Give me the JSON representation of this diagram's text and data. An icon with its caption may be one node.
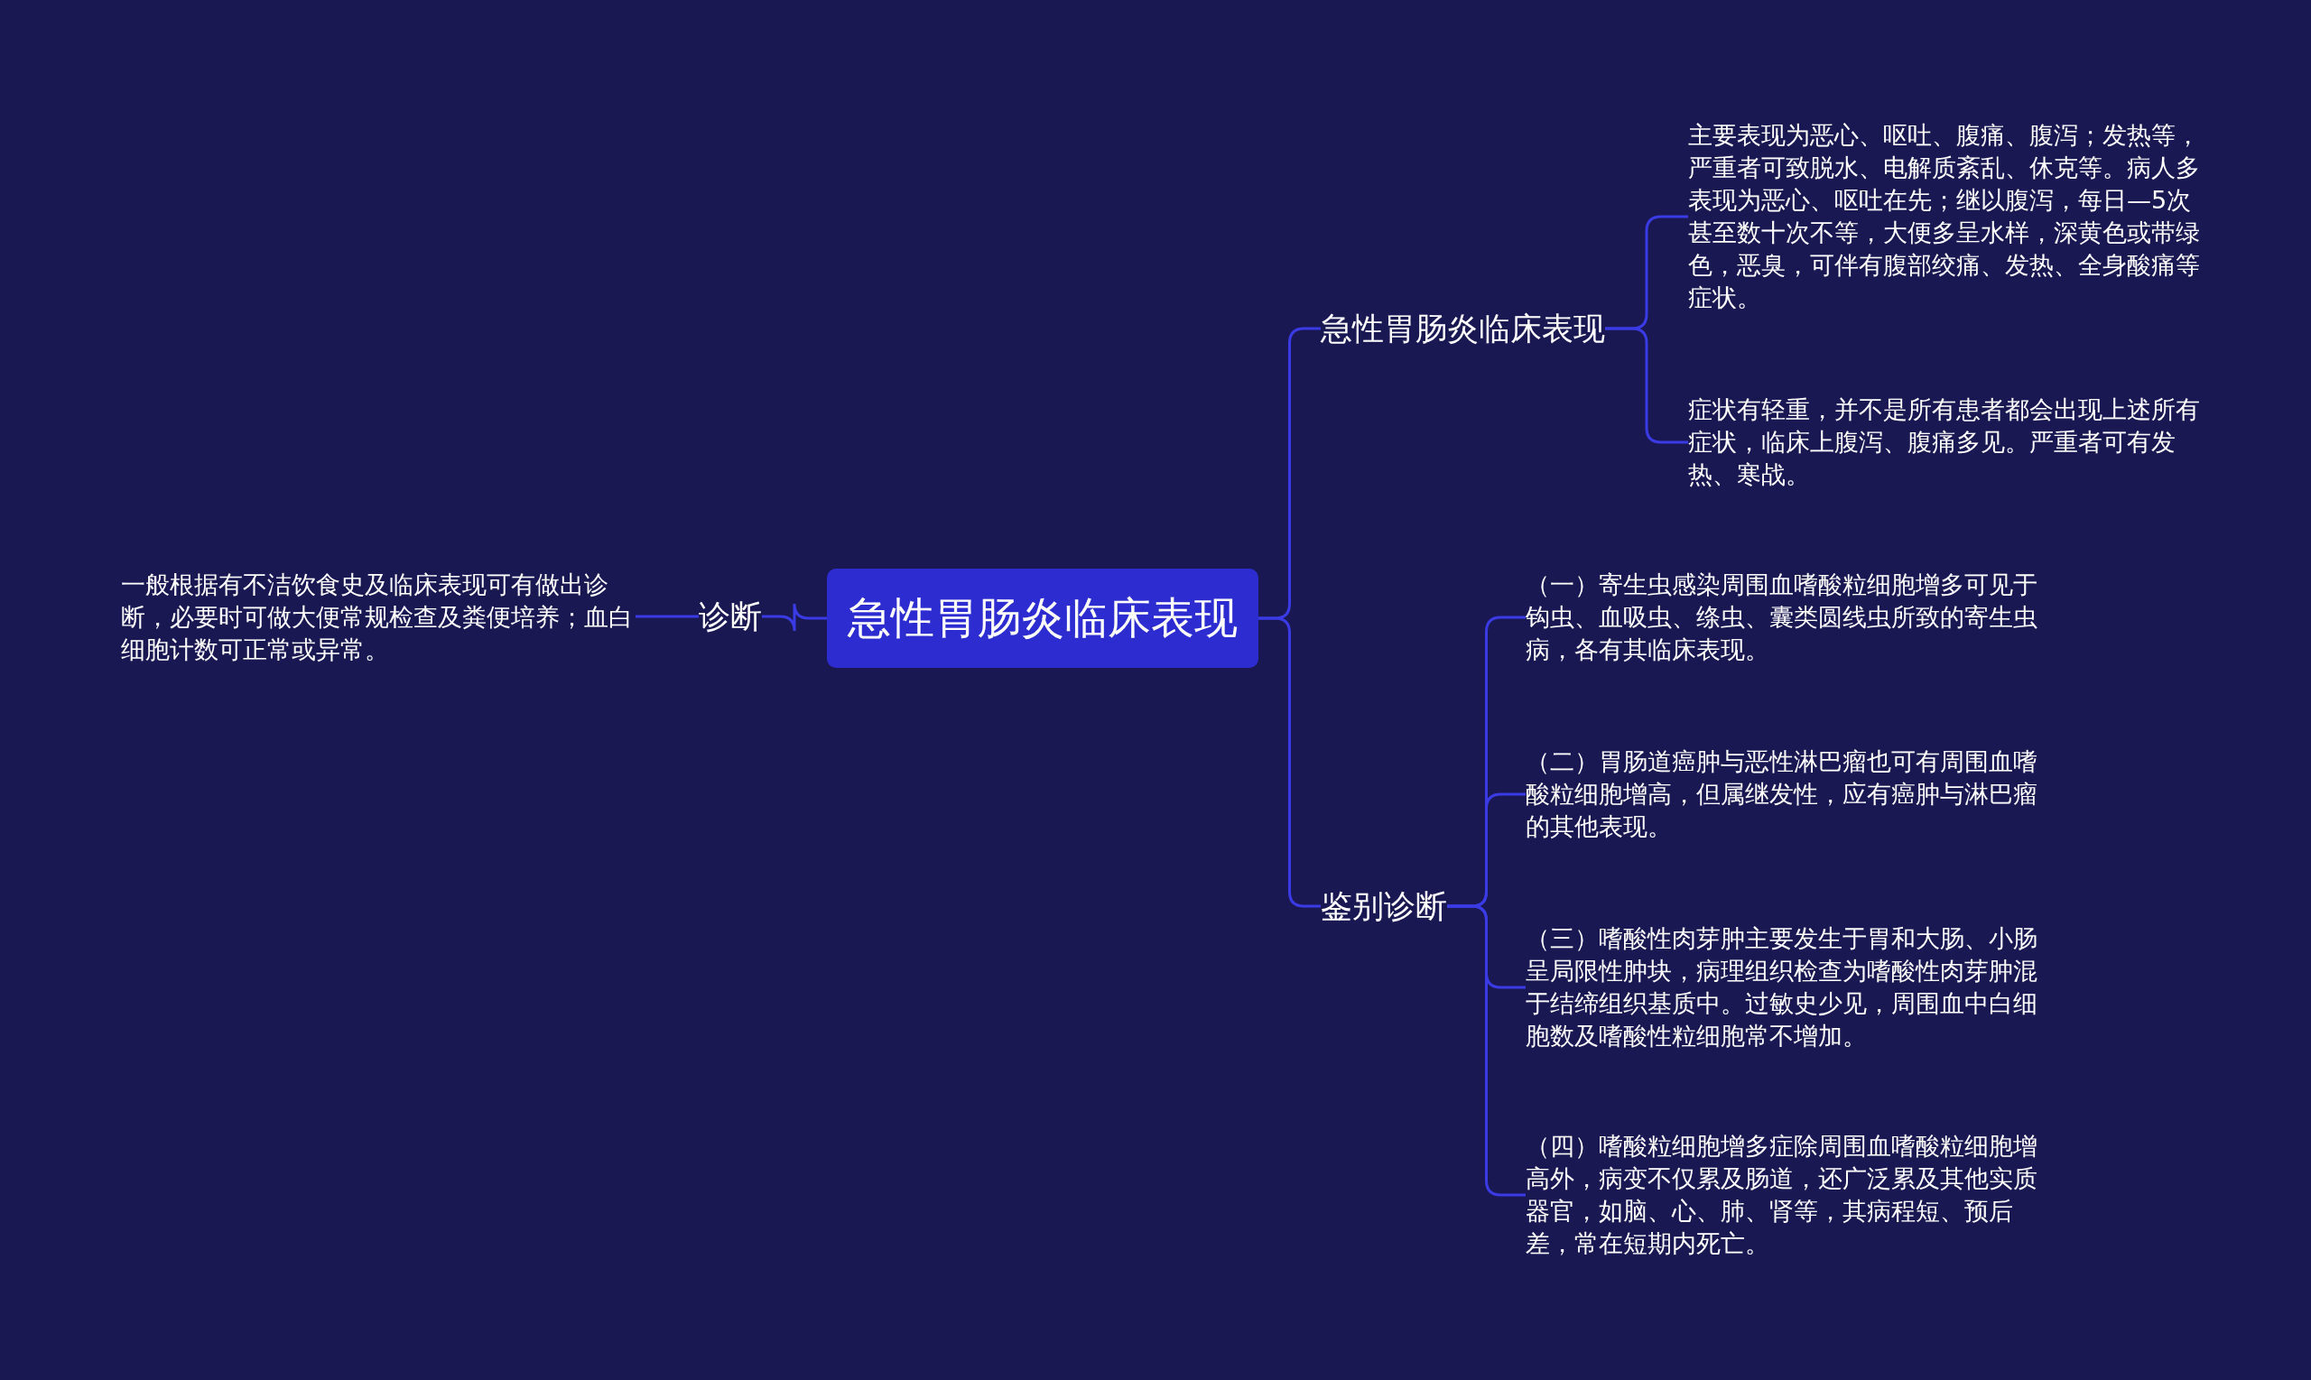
{
  "diagram": {
    "nodes": [
      {
        "text": [
          "急性胃肠炎临床表现"
        ]
      },
      {
        "text": [
          "急性胃肠炎临床表现"
        ]
      },
      {
        "text": [
          "主要表现为恶心、呕吐、腹痛、腹泻；发热等，严重者可致脱水、电解质紊乱、休克等。病人多表现为恶心、呕吐在先；继以腹泻，每日—5次甚至数十次不等，大便多呈水样，深黄色或带绿色，恶臭，可伴有腹部绞痛、发热、全身酸痛等症状。"
        ]
      },
      {
        "text": [
          "症状有轻重，并不是所有患者都会出现上述所有症状，临床上腹泻、腹痛多见。严重者可有发热、寒战。"
        ]
      },
      {
        "text": [
          "鉴别诊断"
        ]
      },
      {
        "text": [
          "（一）寄生虫感染周围血嗜酸粒细胞增多可见于钩虫、血吸虫、绦虫、囊类圆线虫所致的寄生虫病，各有其临床表现。"
        ]
      },
      {
        "text": [
          "（二）胃肠道癌肿与恶性淋巴瘤也可有周围血嗜酸粒细胞增高，但属继发性，应有癌肿与淋巴瘤的其他表现。"
        ]
      },
      {
        "text": [
          "（三）嗜酸性肉芽肿主要发生于胃和大肠、小肠呈局限性肿块，病理组织检查为嗜酸性肉芽肿混于结缔组织基质中。过敏史少见，周围血中白细胞数及嗜酸性粒细胞常不增加。"
        ]
      },
      {
        "text": [
          "（四）嗜酸粒细胞增多症除周围血嗜酸粒细胞增高外，病变不仅累及肠道，还广泛累及其他实质器官，如脑、心、肺、肾等，其病程短、预后差，常在短期内死亡。"
        ]
      },
      {
        "text": [
          "诊断"
        ]
      },
      {
        "text": [
          "一般根据有不洁饮食史及临床表现可有做出诊断，必要时可做大便常规检查及粪便培养；血白细胞计数可正常或异常。"
        ]
      }
    ],
    "edges": [
      {
        "from": 0,
        "to": 1,
        "arrow": "none"
      },
      {
        "from": 1,
        "to": 2,
        "arrow": "none"
      },
      {
        "from": 1,
        "to": 3,
        "arrow": "none"
      },
      {
        "from": 0,
        "to": 4,
        "arrow": "none"
      },
      {
        "from": 4,
        "to": 5,
        "arrow": "none"
      },
      {
        "from": 4,
        "to": 6,
        "arrow": "none"
      },
      {
        "from": 4,
        "to": 7,
        "arrow": "none"
      },
      {
        "from": 4,
        "to": 8,
        "arrow": "none"
      },
      {
        "from": 0,
        "to": 9,
        "arrow": "none"
      },
      {
        "from": 9,
        "to": 10,
        "arrow": "none"
      }
    ]
  }
}
